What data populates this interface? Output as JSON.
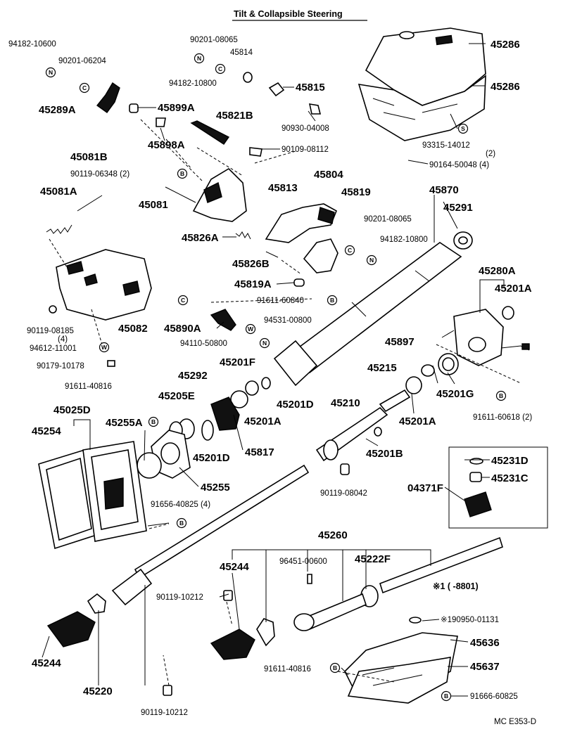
{
  "title": "Tilt & Collapsible Steering",
  "footer_code": "MC  E353-D",
  "variant_note": "※1 (      -8801)",
  "labels": {
    "l94182_10600": "94182-10600",
    "l90201_06204": "90201-06204",
    "l45289A": "45289A",
    "l90201_08065a": "90201-08065",
    "l45814": "45814",
    "l94182_10800a": "94182-10800",
    "l45815": "45815",
    "l90930_04008": "90930-04008",
    "l45286a": "45286",
    "l45286b": "45286",
    "l93315_14012": "93315-14012",
    "l93315_qty": "(2)",
    "l90164_50048": "90164-50048 (4)",
    "l45899A": "45899A",
    "l45898A": "45898A",
    "l45821B": "45821B",
    "l90109_08112": "90109-08112",
    "l45081B": "45081B",
    "l90119_06348": "90119-06348 (2)",
    "l45081A": "45081A",
    "l45081": "45081",
    "l45804": "45804",
    "l45813": "45813",
    "l45819": "45819",
    "l45870": "45870",
    "l45291": "45291",
    "l90201_08065b": "90201-08065",
    "l94182_10800b": "94182-10800",
    "l45826A": "45826A",
    "l45826B": "45826B",
    "l45819A": "45819A",
    "l91611_60840": "91611-60840",
    "l45280A": "45280A",
    "l45201A_a": "45201A",
    "l94531_00800": "94531-00800",
    "l45890A": "45890A",
    "l94110_50800": "94110-50800",
    "l90119_08185": "90119-08185",
    "l90119_08185_qty": "(4)",
    "l45082": "45082",
    "l94612_11001": "94612-11001",
    "l90179_10178": "90179-10178",
    "l45897": "45897",
    "l45215": "45215",
    "l45201G": "45201G",
    "l91611_60618": "91611-60618 (2)",
    "l91611_40816a": "91611-40816",
    "l45292": "45292",
    "l45201F": "45201F",
    "l45201D_a": "45201D",
    "l45025D": "45025D",
    "l45205E": "45205E",
    "l45255A": "45255A",
    "l45254": "45254",
    "l45201D_b": "45201D",
    "l45817": "45817",
    "l45201A_b": "45201A",
    "l45210": "45210",
    "l45201A_c": "45201A",
    "l45201B": "45201B",
    "l45231D": "45231D",
    "l45231C": "45231C",
    "l04371F": "04371F",
    "l45255": "45255",
    "l91656_40825": "91656-40825 (4)",
    "l90119_08042": "90119-08042",
    "l45260": "45260",
    "l45244a": "45244",
    "l96451_00600": "96451-00600",
    "l45222F": "45222F",
    "l90119_10212a": "90119-10212",
    "l190950": "※190950-01131",
    "l45636": "45636",
    "l45637": "45637",
    "l91611_40816b": "91611-40816",
    "l91666_60825": "91666-60825",
    "l45244b": "45244",
    "l45220": "45220",
    "l90119_10212b": "90119-10212"
  },
  "symbols": {
    "N": "N",
    "C": "C",
    "B": "B",
    "S": "S",
    "W": "W"
  }
}
